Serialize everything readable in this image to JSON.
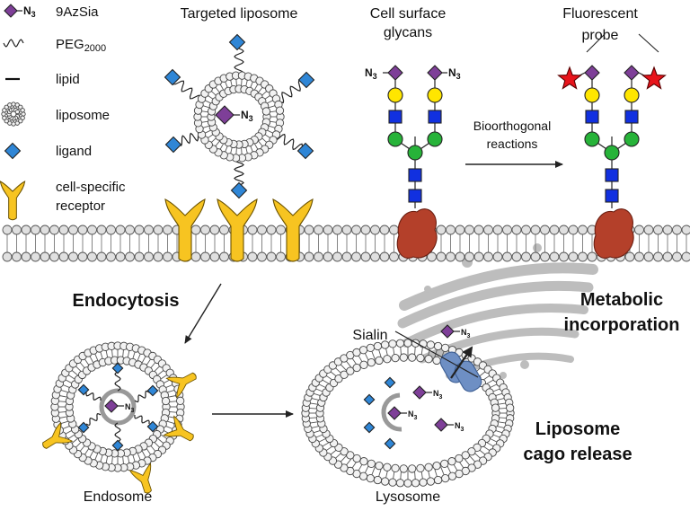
{
  "legend": {
    "n3": "N3",
    "sia": "9AzSia",
    "peg": "PEG2000",
    "lipid": "lipid",
    "liposome": "liposome",
    "ligand": "ligand",
    "receptor_line1": "cell-specific",
    "receptor_line2": "receptor"
  },
  "titles": {
    "targeted_liposome": "Targeted liposome",
    "glycans_line1": "Cell surface",
    "glycans_line2": "glycans",
    "probe_line1": "Fluorescent",
    "probe_line2": "probe",
    "bioorth_line1": "Bioorthogonal",
    "bioorth_line2": "reactions"
  },
  "process": {
    "endocytosis": "Endocytosis",
    "metabolic_line1": "Metabolic",
    "metabolic_line2": "incorporation",
    "release_line1": "Liposome",
    "release_line2": "cago release",
    "sialin": "Sialin",
    "endosome": "Endosome",
    "lysosome": "Lysosome"
  },
  "colors": {
    "sia": "#7e3f98",
    "ligand": "#2f86d6",
    "receptor": "#f7c421",
    "galactose": "#ffe600",
    "glcnac": "#1130e0",
    "mannose": "#27b339",
    "protein": "#b4402a",
    "probe": "#e8141b",
    "sialin": "#6e8fc4",
    "golgi": "#bdbdbd"
  }
}
